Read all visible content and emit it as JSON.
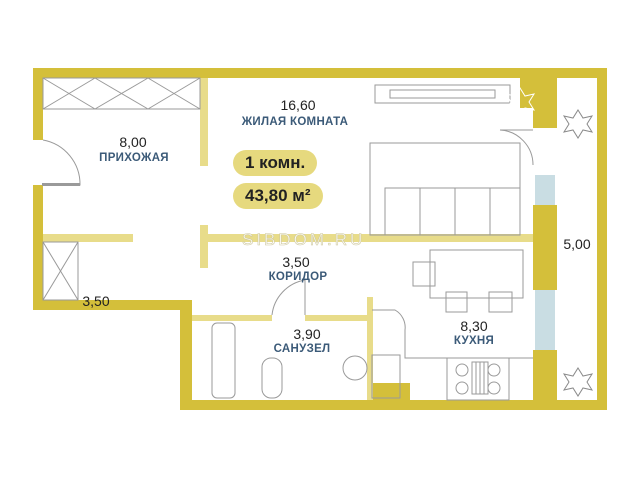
{
  "rooms": [
    {
      "name": "ЖИЛАЯ КОМНАТА",
      "area": "16,60"
    },
    {
      "name": "ПРИХОЖАЯ",
      "area": "8,00"
    },
    {
      "name": "КОРИДОР",
      "area": "3,50"
    },
    {
      "name": "САНУЗЕЛ",
      "area": "3,90"
    },
    {
      "name": "КУХНЯ",
      "area": "8,30"
    }
  ],
  "storage_area": "3,50",
  "balcony_area": "5,00",
  "summary": {
    "rooms": "1 комн.",
    "total_area": "43,80 м²"
  },
  "watermark": "SIBDOM.RU",
  "colors": {
    "wall": "#d4bf3a",
    "inner_wall": "#e8dc8a",
    "window": "#c9dde3",
    "furniture": "#9a9a9a"
  }
}
